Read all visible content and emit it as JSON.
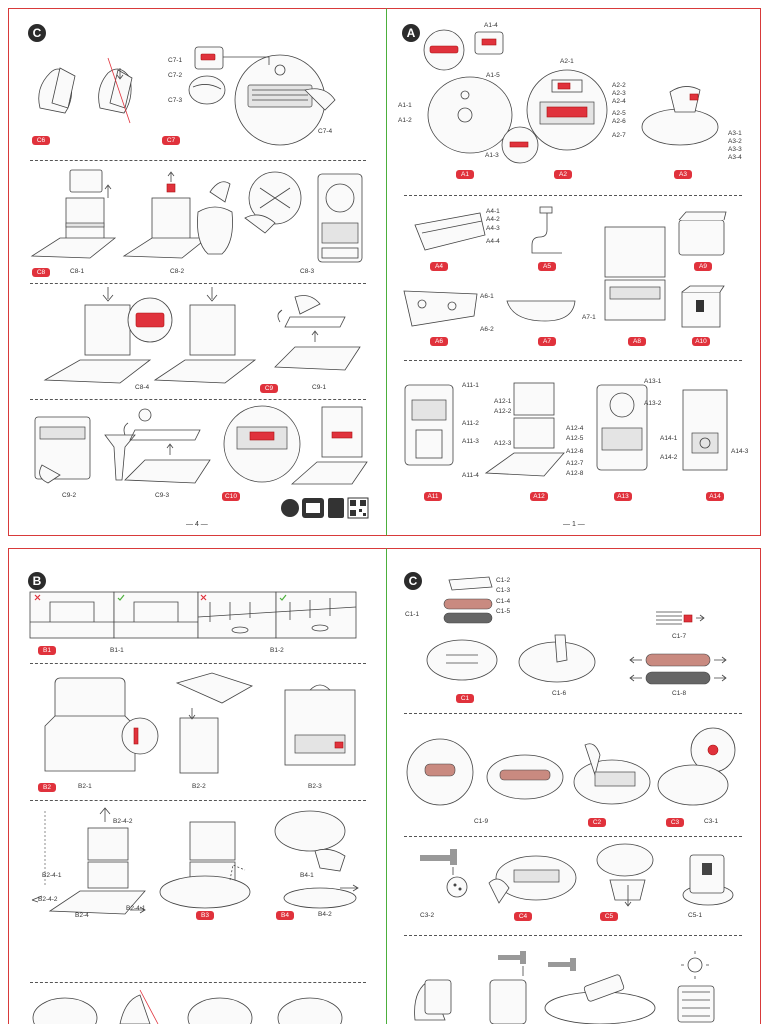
{
  "panels": {
    "top_left": {
      "badge": "C",
      "tags": [
        "C6",
        "C7",
        "C8",
        "C9",
        "C10"
      ],
      "labels": [
        "C7-1",
        "C7-2",
        "C7-3",
        "C7-4",
        "C8-1",
        "C8-2",
        "C8-3",
        "C8-4",
        "C9-1",
        "C9-2",
        "C9-3"
      ],
      "page": "— 4 —"
    },
    "top_right": {
      "badge": "A",
      "tags": [
        "A1",
        "A2",
        "A3",
        "A4",
        "A5",
        "A6",
        "A7",
        "A8",
        "A9",
        "A10",
        "A11",
        "A12",
        "A13",
        "A14"
      ],
      "labels": [
        "A1-1",
        "A1-2",
        "A1-3",
        "A1-4",
        "A1-5",
        "A2-1",
        "A2-2",
        "A2-3",
        "A2-4",
        "A2-5",
        "A2-6",
        "A2-7",
        "A3-1",
        "A3-2",
        "A3-3",
        "A3-4",
        "A4-1",
        "A4-2",
        "A4-3",
        "A4-4",
        "A6-1",
        "A6-2",
        "A7-1",
        "A11-1",
        "A11-2",
        "A11-3",
        "A11-4",
        "A12-1",
        "A12-2",
        "A12-3",
        "A12-4",
        "A12-5",
        "A12-6",
        "A12-7",
        "A12-8",
        "A13-1",
        "A13-2",
        "A14-1",
        "A14-2",
        "A14-3"
      ],
      "page": "— 1 —"
    },
    "bottom_left": {
      "badge": "B",
      "tags": [
        "B1",
        "B2",
        "B3",
        "B4"
      ],
      "labels": [
        "B1-1",
        "B1-2",
        "B2-1",
        "B2-2",
        "B2-3",
        "B2-4",
        "B2-4-1",
        "B2-4-2",
        "B4-1",
        "B4-2"
      ]
    },
    "bottom_right": {
      "badge": "C",
      "tags": [
        "C1",
        "C2",
        "C3",
        "C4",
        "C5"
      ],
      "labels": [
        "C1-1",
        "C1-2",
        "C1-3",
        "C1-4",
        "C1-5",
        "C1-6",
        "C1-7",
        "C1-8",
        "C1-9",
        "C3-1",
        "C3-2",
        "C5-1"
      ]
    }
  },
  "colors": {
    "left_border": "#d83a3a",
    "right_border": "#4caf3c",
    "tag": "#e0323c",
    "badge": "#2b2b2b"
  }
}
